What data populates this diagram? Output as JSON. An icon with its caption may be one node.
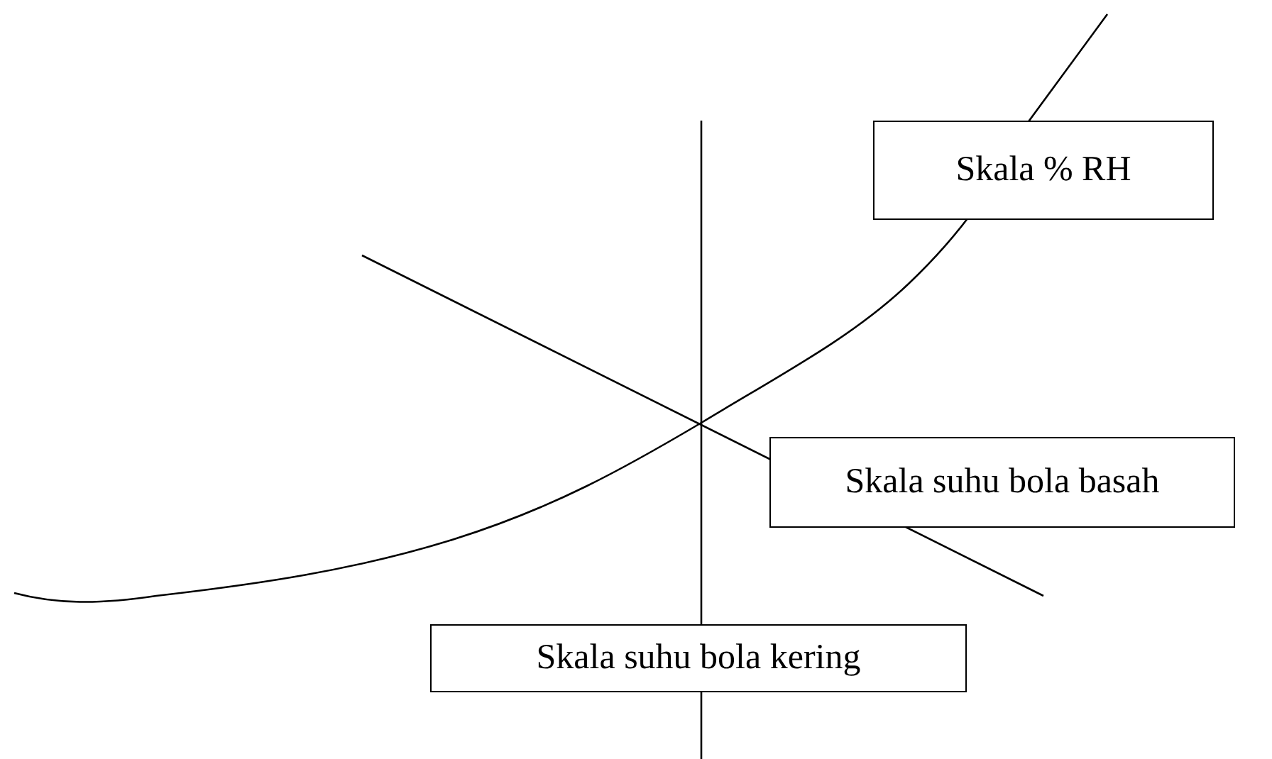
{
  "diagram": {
    "nodes": [
      {
        "text": [
          "Skala % RH"
        ]
      },
      {
        "text": [
          "Skala suhu bola basah"
        ]
      },
      {
        "text": [
          "Skala suhu bola kering"
        ]
      }
    ]
  }
}
